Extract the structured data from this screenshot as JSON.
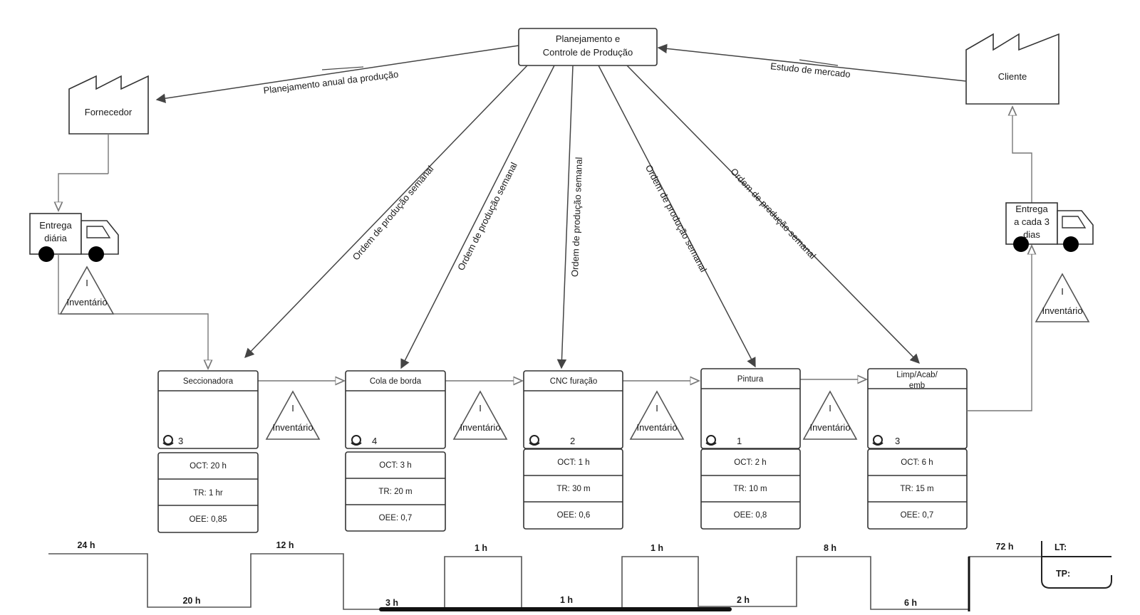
{
  "pcp": {
    "label_line1": "Planejamento e",
    "label_line2": "Controle de Produção"
  },
  "supplier": {
    "label": "Fornecedor"
  },
  "customer": {
    "label": "Cliente"
  },
  "supply_truck": {
    "line1": "Entrega",
    "line2": "diária"
  },
  "delivery_truck": {
    "line1": "Entrega",
    "line2": "a cada 3",
    "line3": "dias"
  },
  "info_flows": {
    "to_supplier": "Planejamento anual da produção",
    "from_customer": "Estudo de mercado",
    "weekly_order": "Ordem de produção semanal"
  },
  "inventory_label": "Inventário",
  "inventory_symbol": "I",
  "processes": [
    {
      "name": "Seccionadora",
      "operators": "3",
      "oct": "OCT: 20 h",
      "tr": "TR: 1 hr",
      "oee": "OEE: 0,85"
    },
    {
      "name": "Cola de borda",
      "operators": "4",
      "oct": "OCT: 3 h",
      "tr": "TR: 20 m",
      "oee": "OEE: 0,7"
    },
    {
      "name": "CNC furação",
      "operators": "2",
      "oct": "OCT: 1 h",
      "tr": "TR: 30 m",
      "oee": "OEE: 0,6"
    },
    {
      "name": "Pintura",
      "operators": "1",
      "oct": "OCT: 2 h",
      "tr": "TR: 10 m",
      "oee": "OEE: 0,8"
    },
    {
      "name_line1": "Limp/Acab/",
      "name_line2": "emb",
      "operators": "3",
      "oct": "OCT: 6 h",
      "tr": "TR: 15 m",
      "oee": "OEE: 0,7"
    }
  ],
  "timeline": {
    "waiting": [
      "24 h",
      "12 h",
      "1 h",
      "1 h",
      "8 h",
      "72 h"
    ],
    "processing": [
      "20 h",
      "3 h",
      "1 h",
      "2 h",
      "6 h"
    ],
    "lt_label": "LT:",
    "tp_label": "TP:"
  },
  "colors": {
    "line": "#444444",
    "box_stroke": "#333333"
  },
  "icons": [
    "factory-icon",
    "truck-icon",
    "inventory-triangle-icon",
    "operator-icon"
  ]
}
